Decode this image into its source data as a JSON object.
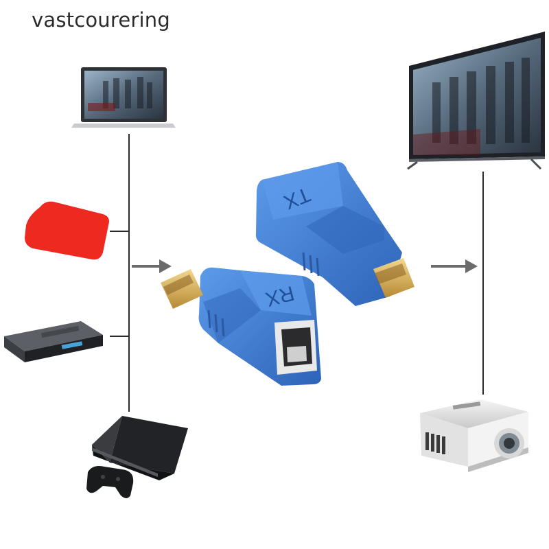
{
  "watermark": {
    "text": "vastcourering"
  },
  "devices": {
    "sources": [
      "laptop-icon",
      "red-rounded-square-icon",
      "dvd-player-icon",
      "game-console-icon"
    ],
    "outputs": [
      "television-icon",
      "projector-icon"
    ]
  },
  "adapters": {
    "transmitter": {
      "label": "TX",
      "color": "#3f7fd6"
    },
    "receiver": {
      "label": "RX",
      "color": "#3f7fd6"
    }
  },
  "colors": {
    "line": "#2a2a2a",
    "arrow": "#6b6b6b",
    "adapter_blue": "#3f7fd6",
    "red_square": "#ee2a20",
    "gold": "#d9b25a"
  }
}
